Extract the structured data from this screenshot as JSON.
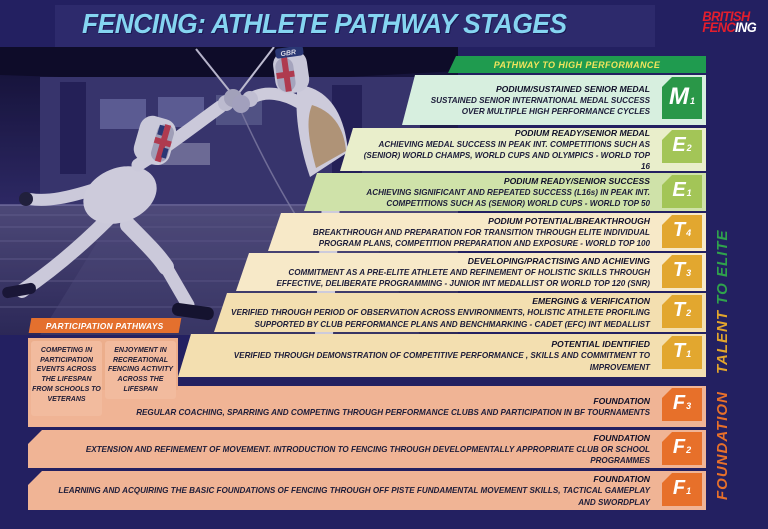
{
  "header": {
    "title": "FENCING: ATHLETE PATHWAY STAGES",
    "logo_line1": "BRITISH",
    "logo_line2_red": "FENC",
    "logo_line2_white": "ING"
  },
  "banners": {
    "high_performance": "PATHWAY TO HIGH PERFORMANCE",
    "participation": "PARTICIPATION PATHWAYS"
  },
  "side_labels": {
    "talent": "TALENT",
    "to_elite": " TO ELITE",
    "foundation": "FOUNDATION"
  },
  "photo": {
    "mask_text": "GBR"
  },
  "participation_boxes": [
    {
      "text": "COMPETING IN PARTICIPATION EVENTS ACROSS THE LIFESPAN FROM SCHOOLS TO VETERANS"
    },
    {
      "text": "ENJOYMENT IN RECREATIONAL FENCING ACTIVITY ACROSS THE LIFESPAN"
    }
  ],
  "stages": [
    {
      "code": "M",
      "sub": "1",
      "title": "PODIUM/SUSTAINED SENIOR MEDAL",
      "desc": "SUSTAINED SENIOR INTERNATIONAL MEDAL SUCCESS OVER MULTIPLE HIGH PERFORMANCE CYCLES"
    },
    {
      "code": "E",
      "sub": "2",
      "title": "PODIUM READY/SENIOR MEDAL",
      "desc": "ACHIEVING MEDAL SUCCESS IN PEAK INT. COMPETITIONS SUCH AS (SENIOR) WORLD CHAMPS, WORLD CUPS AND OLYMPICS - WORLD TOP 16"
    },
    {
      "code": "E",
      "sub": "1",
      "title": "PODIUM READY/SENIOR SUCCESS",
      "desc": "ACHIEVING SIGNIFICANT AND REPEATED SUCCESS (L16s) IN PEAK INT. COMPETITIONS SUCH AS (SENIOR) WORLD CUPS - WORLD TOP 50"
    },
    {
      "code": "T",
      "sub": "4",
      "title": "PODIUM POTENTIAL/BREAKTHROUGH",
      "desc": "BREAKTHROUGH AND PREPARATION FOR TRANSITION THROUGH ELITE INDIVIDUAL PROGRAM PLANS, COMPETITION PREPARATION AND EXPOSURE - WORLD TOP 100"
    },
    {
      "code": "T",
      "sub": "3",
      "title": "DEVELOPING/PRACTISING AND ACHIEVING",
      "desc": "COMMITMENT AS A PRE-ELITE ATHLETE AND REFINEMENT OF HOLISTIC SKILLS THROUGH EFFECTIVE, DELIBERATE PROGRAMMING - JUNIOR INT MEDALLIST OR WORLD TOP 120 (SNR)"
    },
    {
      "code": "T",
      "sub": "2",
      "title": "EMERGING & VERIFICATION",
      "desc": "VERIFIED THROUGH PERIOD OF OBSERVATION ACROSS ENVIRONMENTS, HOLISTIC ATHLETE PROFILING SUPPORTED BY CLUB PERFORMANCE PLANS AND BENCHMARKING - CADET (EFC) INT MEDALLIST"
    },
    {
      "code": "T",
      "sub": "1",
      "title": "POTENTIAL IDENTIFIED",
      "desc": "VERIFIED THROUGH DEMONSTRATION OF COMPETITIVE PERFORMANCE , SKILLS AND COMMITMENT TO IMPROVEMENT"
    },
    {
      "code": "F",
      "sub": "3",
      "title": "FOUNDATION",
      "desc": "REGULAR COACHING, SPARRING AND COMPETING THROUGH PERFORMANCE CLUBS AND PARTICIPATION IN BF TOURNAMENTS"
    },
    {
      "code": "F",
      "sub": "2",
      "title": "FOUNDATION",
      "desc": "EXTENSION AND REFINEMENT OF MOVEMENT. INTRODUCTION TO FENCING THROUGH DEVELOPMENTALLY APPROPRIATE CLUB OR SCHOOL PROGRAMMES"
    },
    {
      "code": "F",
      "sub": "1",
      "title": "FOUNDATION",
      "desc": "LEARNING AND ACQUIRING THE BASIC FOUNDATIONS OF FENCING THROUGH OFF PISTE FUNDAMENTAL MOVEMENT SKILLS, TACTICAL GAMEPLAY AND SWORDPLAY"
    }
  ],
  "colors": {
    "background": "#232061",
    "title_text": "#85d5f1",
    "hp_banner_bg": "#1f9b4f",
    "hp_banner_text": "#f2e55d",
    "participation_banner_bg": "#e4702e",
    "medal_badge": "#2a9748",
    "elite_badge": "#a3c557",
    "talent_badge": "#e2a72f",
    "foundation_badge": "#e7702a",
    "talent_label": "#e2a52c",
    "elite_label": "#2fa24c",
    "foundation_label": "#e7702a"
  }
}
